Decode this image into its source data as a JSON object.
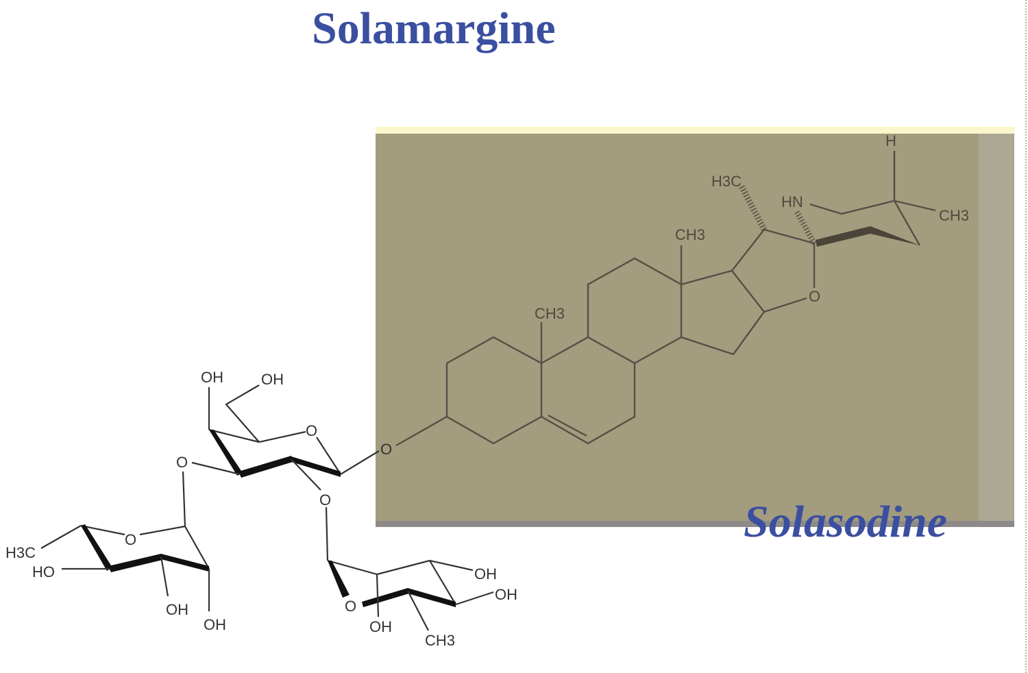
{
  "title": "Solamargine",
  "aglycone_label": "Solasodine",
  "colors": {
    "title": "#3b4fa0",
    "highlight_box": "#a39c7e",
    "highlight_top": "#fbf6cc",
    "highlight_right": "#aba893",
    "highlight_bottom": "#8e8a8a"
  },
  "atoms": {
    "ch3": "CH3",
    "h3c": "H3C",
    "hn": "HN",
    "h": "H",
    "o": "O",
    "oh": "OH",
    "ho": "HO"
  }
}
